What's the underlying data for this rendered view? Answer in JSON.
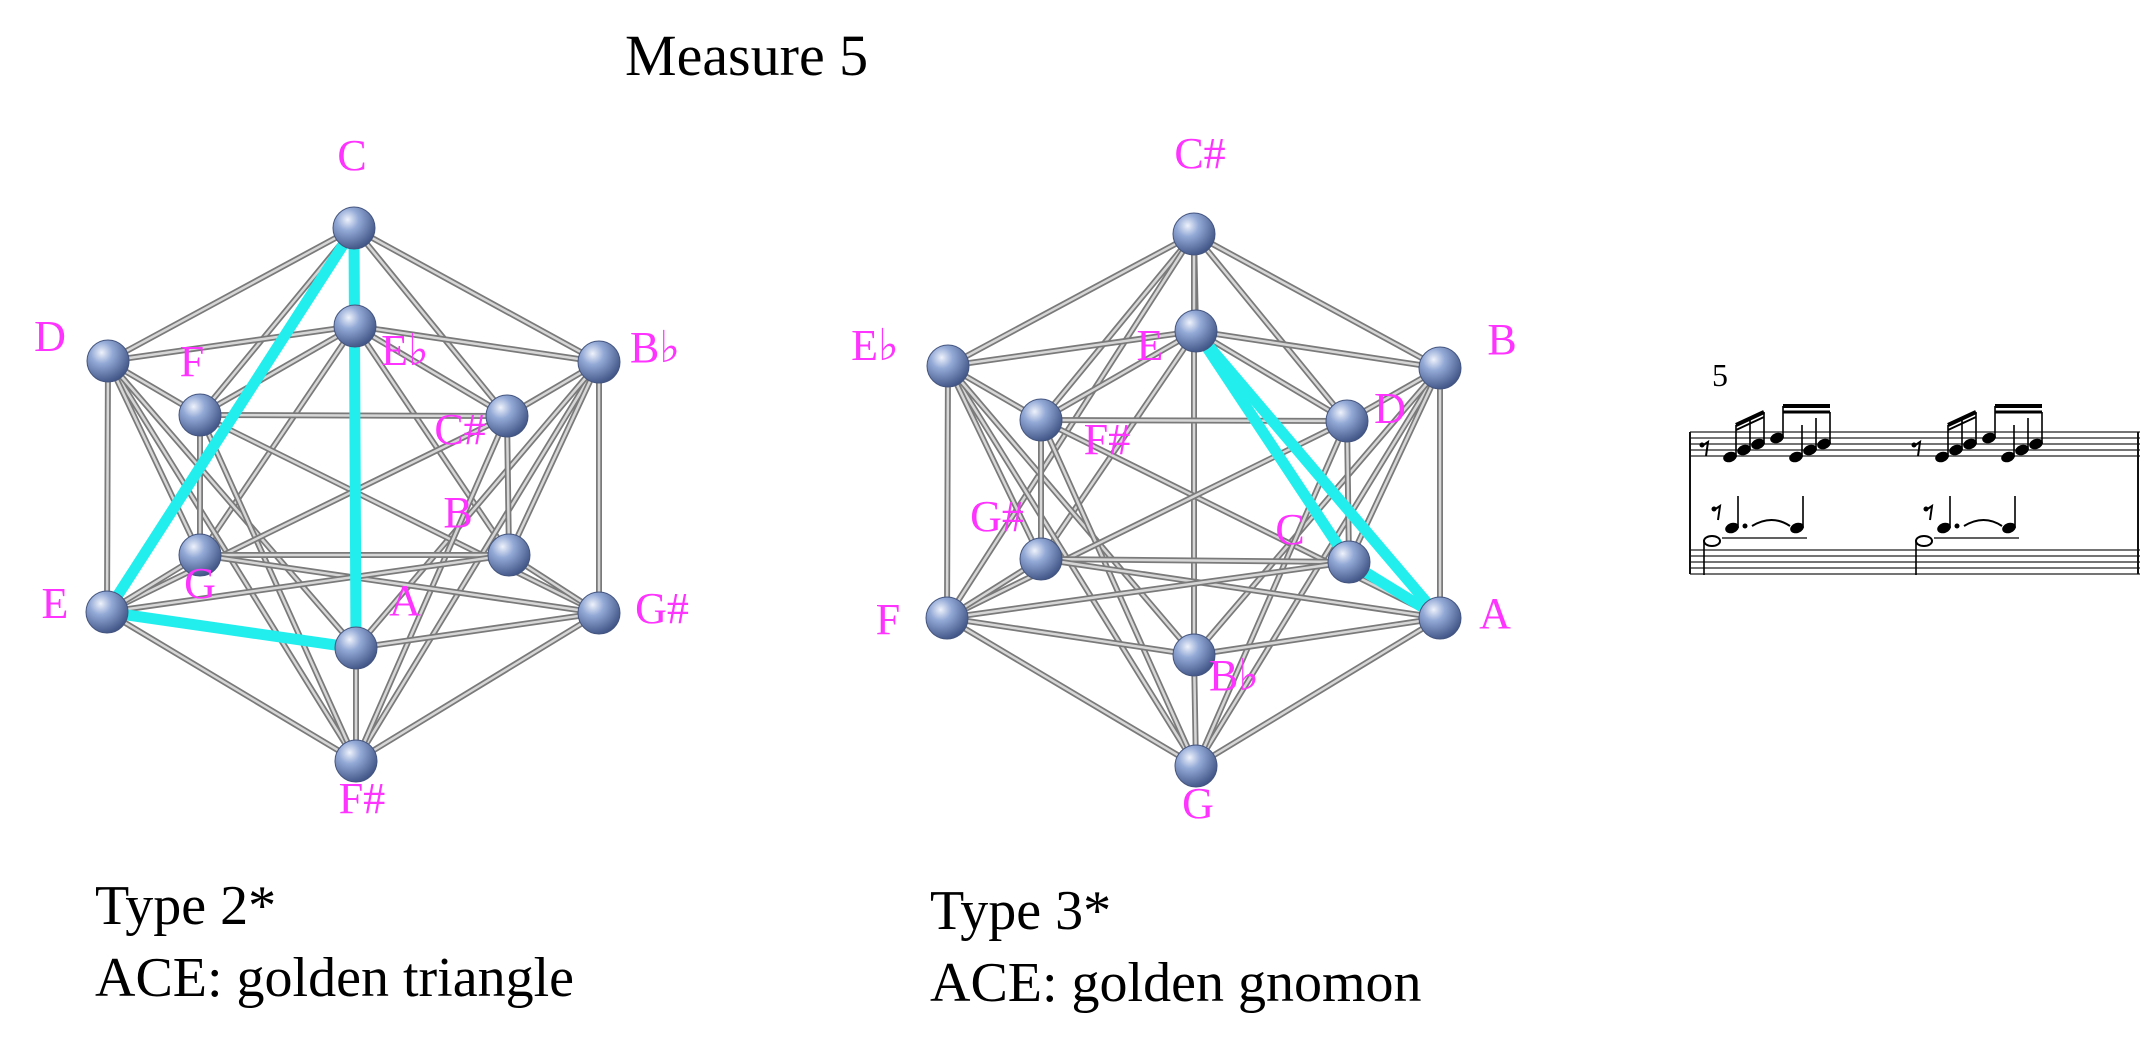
{
  "title": "Measure 5",
  "diagrams": [
    {
      "type_label": "Type 2*",
      "description": "ACE: golden triangle",
      "nodes": [
        {
          "note": "C"
        },
        {
          "note": "E♭"
        },
        {
          "note": "D"
        },
        {
          "note": "B♭"
        },
        {
          "note": "F"
        },
        {
          "note": "C#"
        },
        {
          "note": "G"
        },
        {
          "note": "B"
        },
        {
          "note": "E"
        },
        {
          "note": "G#"
        },
        {
          "note": "A"
        },
        {
          "note": "F#"
        }
      ],
      "highlighted_notes": [
        "A",
        "C",
        "E"
      ]
    },
    {
      "type_label": "Type 3*",
      "description": "ACE: golden gnomon",
      "nodes": [
        {
          "note": "C#"
        },
        {
          "note": "E"
        },
        {
          "note": "E♭"
        },
        {
          "note": "B"
        },
        {
          "note": "F#"
        },
        {
          "note": "D"
        },
        {
          "note": "G#"
        },
        {
          "note": "C"
        },
        {
          "note": "F"
        },
        {
          "note": "A"
        },
        {
          "note": "B♭"
        },
        {
          "note": "G"
        }
      ],
      "highlighted_notes": [
        "A",
        "C",
        "E"
      ]
    }
  ],
  "score": {
    "measure_number": "5"
  },
  "colors": {
    "label": "#ff33ff",
    "highlight": "#22eeee",
    "edge": "#a3a3a3",
    "node": "#6a82b5"
  }
}
